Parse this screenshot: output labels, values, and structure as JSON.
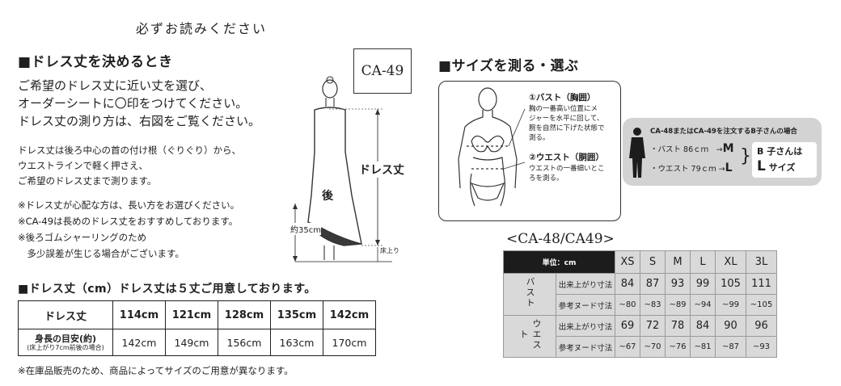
{
  "top_note": "必ずお読みください",
  "left": {
    "heading": "■ドレス丈を決めるとき",
    "product_code": "CA-49",
    "intro_lines": [
      "ご希望のドレス丈に近い丈を選び、",
      "オーダーシートに〇印をつけてください。",
      "ドレス丈の測り方は、右図をご覧ください。"
    ],
    "measure_lines": [
      "ドレス丈は後ろ中心の首の付け根（ぐりぐり）から、",
      "ウエストラインで軽く押さえ、",
      "ご希望のドレス丈まで測ります。"
    ],
    "notes": [
      "※ドレス丈が心配な方は、長い方をお選びください。",
      "※CA-49は長めのドレス丈をおすすめしております。",
      "※後ろゴムシャーリングのため",
      "　多少誤差が生じる場合がございます。"
    ],
    "figure": {
      "back_label": "後",
      "dress_length_label": "ドレス丈",
      "approx_label": "約35cm",
      "floor_label": "床上り"
    },
    "table_heading": "■ドレス丈（cm）ドレス丈は５丈ご用意しております。",
    "table": {
      "row1_header": "ドレス丈",
      "lengths": [
        "114cm",
        "121cm",
        "128cm",
        "135cm",
        "142cm"
      ],
      "row2_header": "身長の目安(約)",
      "row2_sub": "(床上がり7cm前後の場合)",
      "heights": [
        "142cm",
        "149cm",
        "156cm",
        "163cm",
        "170cm"
      ]
    },
    "footnote": "※在庫品販売のため、商品によってサイズのご用意が異なります。"
  },
  "right": {
    "heading": "■サイズを測る・選ぶ",
    "bust_title": "①バスト（胸囲）",
    "bust_desc": [
      "胸の一番高い位置にメ",
      "ジャーを水平に回して、",
      "腕を自然に下げた状態で",
      "測る。"
    ],
    "waist_title": "②ウエスト（胴囲）",
    "waist_desc": [
      "ウエストの一番細いとこ",
      "ろを測る。"
    ],
    "example": {
      "title": "CA-48またはCA-49を注文するB子さんの場合",
      "bust_line": "・バスト 86ｃｍ　→",
      "bust_size": "M",
      "waist_line": "・ウエスト 79ｃｍ →",
      "waist_size": "L",
      "result_line1": "B 子さんは",
      "result_size": "L",
      "result_suffix": "サイズ"
    },
    "size_title": "<CA-48/CA49>",
    "size_table": {
      "unit_label": "単位：cm",
      "sizes": [
        "XS",
        "S",
        "M",
        "L",
        "XL",
        "3L"
      ],
      "bust_group": "バスト",
      "waist_group": "ウエスト",
      "finished_label": "出来上がり寸法",
      "nude_label": "参考ヌード寸法",
      "bust_finished": [
        "84",
        "87",
        "93",
        "99",
        "105",
        "111"
      ],
      "bust_nude": [
        "~80",
        "~83",
        "~89",
        "~94",
        "~99",
        "~105"
      ],
      "waist_finished": [
        "69",
        "72",
        "78",
        "84",
        "90",
        "96"
      ],
      "waist_nude": [
        "~67",
        "~70",
        "~76",
        "~81",
        "~87",
        "~93"
      ]
    }
  }
}
